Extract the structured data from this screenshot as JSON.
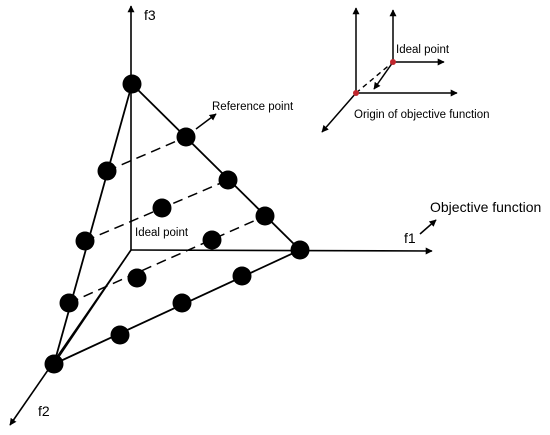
{
  "labels": {
    "f1": "f1",
    "f2": "f2",
    "f3": "f3",
    "reference_point": "Reference point",
    "ideal_point": "Ideal point",
    "objective_function": "Objective function",
    "inset_ideal_point": "Ideal point",
    "inset_origin": "Origin of objective function"
  },
  "colors": {
    "ink": "#000000",
    "inset_marker": "#c0262d",
    "background": "#ffffff"
  },
  "points_per_edge": 5
}
